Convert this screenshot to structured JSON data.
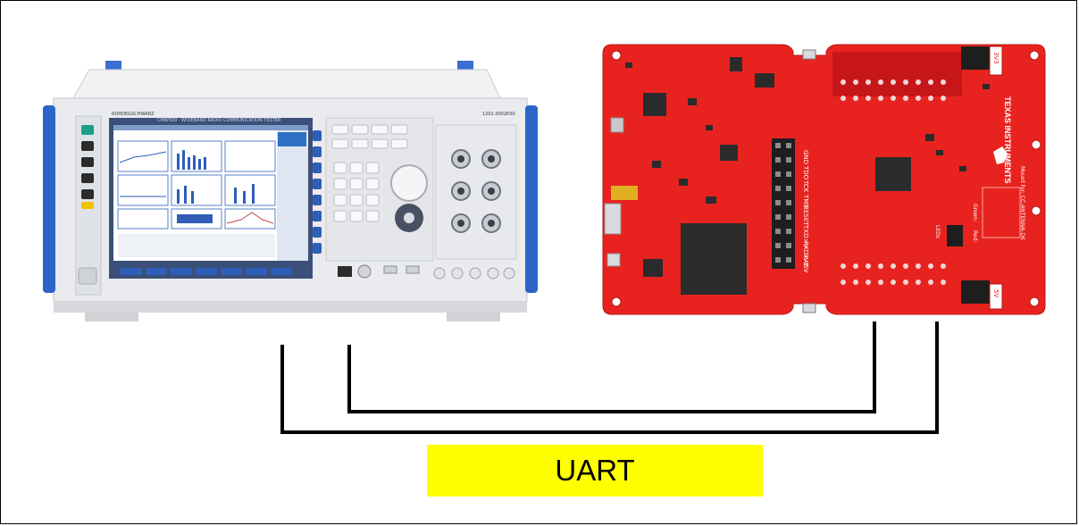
{
  "label": "UART",
  "colors": {
    "label_bg": "#ffff00",
    "cable": "#000000",
    "board_red": "#e8231f",
    "instrument_body": "#e8eaee",
    "screen_bg": "#ffffff"
  },
  "instrument": {
    "brand": "ROHDE&SCHWARZ",
    "model": "CMW500 · WIDEBAND RADIO COMMUNICATION TESTER",
    "corner": "1201.0002K50"
  },
  "board": {
    "pin_labels": [
      "GND",
      "TDO",
      "TCK",
      "TMS",
      "RESET",
      "TXD>>",
      "RXD<<",
      "3V3",
      "5V"
    ],
    "brand": "TEXAS INSTRUMENTS",
    "mount": "Mount for: CC-ANTENNA-DK",
    "leds": "LEDs",
    "red": "Red:",
    "green": "Green:",
    "rail_top": "3V3",
    "rail_bottom": "5V",
    "gnd": "GND"
  }
}
